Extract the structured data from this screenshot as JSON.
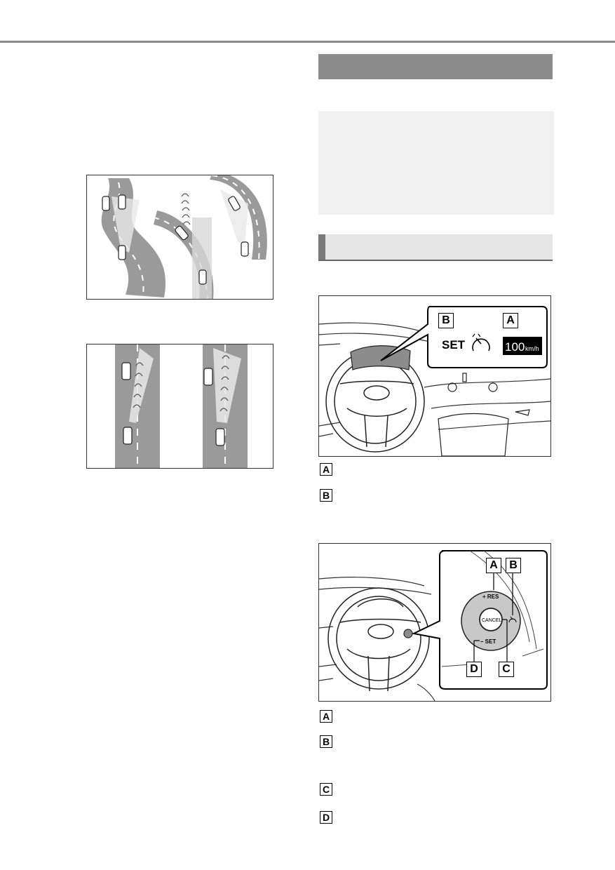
{
  "figure_labels": {
    "display_b": "B",
    "display_a": "A",
    "set_text": "SET",
    "speed_value": "100",
    "speed_unit": "km/h",
    "switch_a": "A",
    "switch_b": "B",
    "switch_c": "C",
    "switch_d": "D",
    "res_label": "+ RES",
    "set_label": "– SET",
    "cancel_label": "CANCEL"
  },
  "callout_list_1": [
    "A",
    "B"
  ],
  "callout_list_2": [
    "A",
    "B",
    "C",
    "D"
  ],
  "icons": {
    "cruise": "speedometer-icon"
  }
}
